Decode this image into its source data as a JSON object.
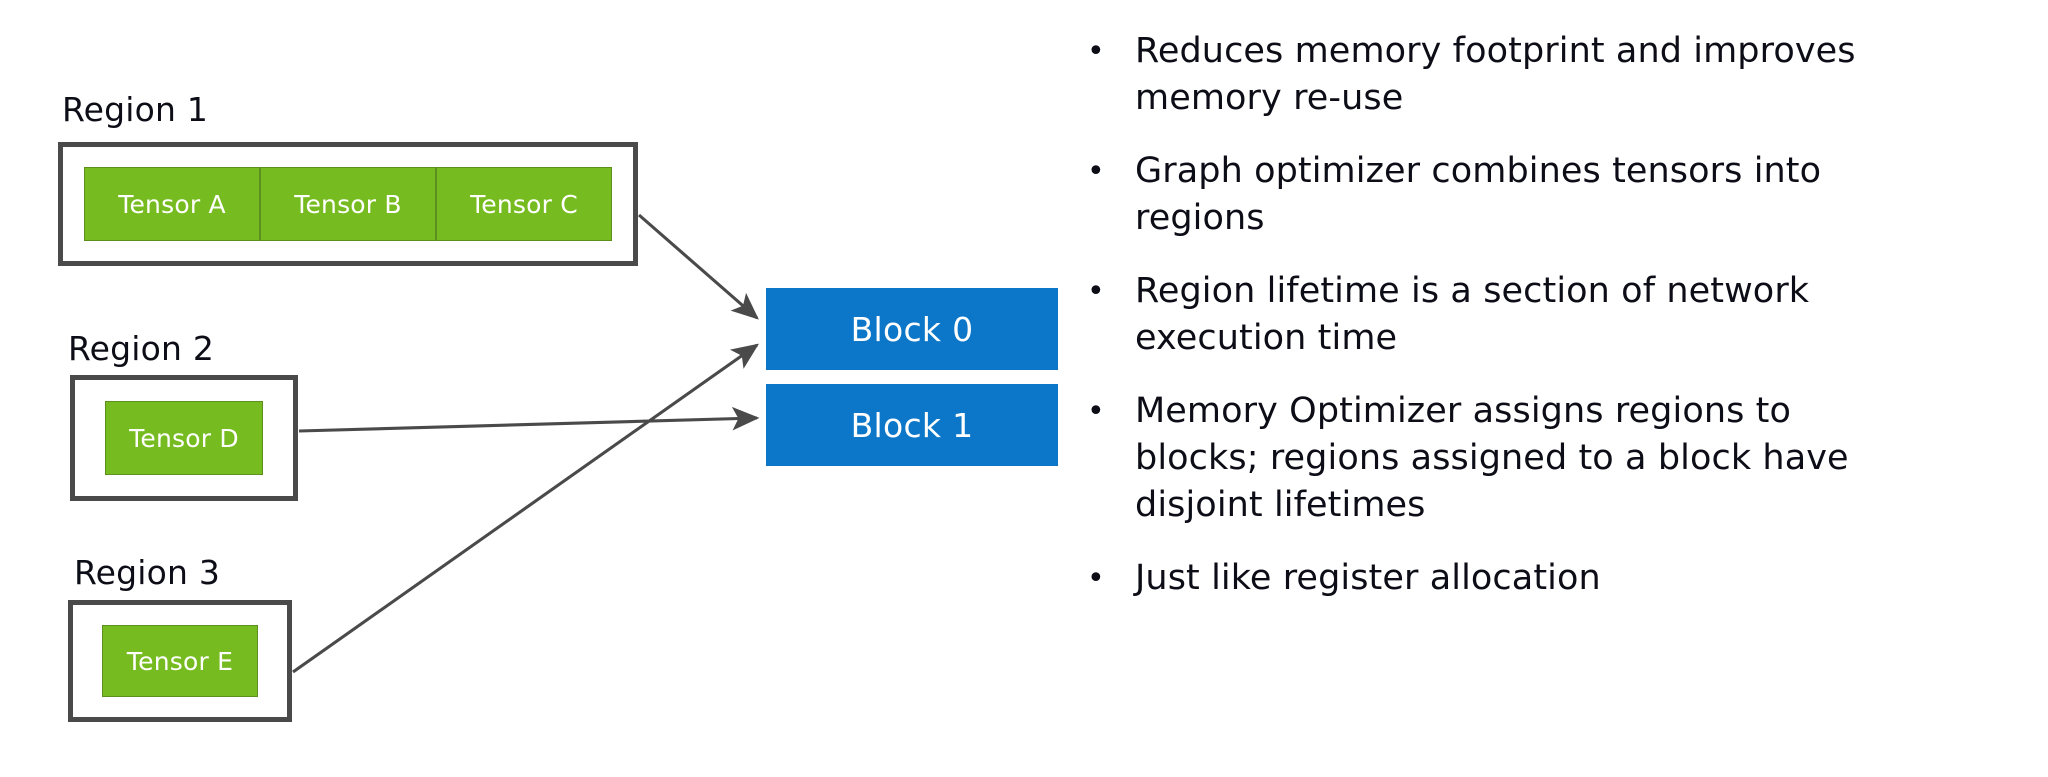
{
  "colors": {
    "tensor_green": "#76bc21",
    "block_blue": "#0c76c8",
    "border_gray": "#4a4a4a",
    "text_black": "#0d0d17",
    "background": "#ffffff"
  },
  "diagram": {
    "regions": [
      {
        "label": "Region 1",
        "tensors": [
          "Tensor A",
          "Tensor B",
          "Tensor C"
        ],
        "target_block": "Block 0"
      },
      {
        "label": "Region 2",
        "tensors": [
          "Tensor D"
        ],
        "target_block": "Block 1"
      },
      {
        "label": "Region 3",
        "tensors": [
          "Tensor E"
        ],
        "target_block": "Block 0"
      }
    ],
    "blocks": [
      {
        "label": "Block 0"
      },
      {
        "label": "Block 1"
      }
    ],
    "arrows": [
      {
        "from": "Region 1",
        "to": "Block 0"
      },
      {
        "from": "Region 2",
        "to": "Block 1"
      },
      {
        "from": "Region 3",
        "to": "Block 0"
      }
    ]
  },
  "bullets": {
    "marker": "•",
    "items": [
      "Reduces memory footprint and improves memory re-use",
      "Graph optimizer combines tensors into regions",
      "Region lifetime is a section of network execution time",
      "Memory Optimizer assigns regions to blocks; regions assigned to a block have disjoint lifetimes",
      "Just like register allocation"
    ]
  }
}
